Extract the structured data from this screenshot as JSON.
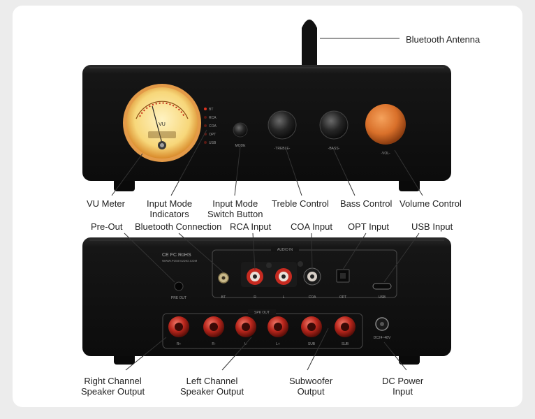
{
  "front_labels": {
    "bluetooth_antenna": "Bluetooth Antenna",
    "vu_meter": "VU Meter",
    "input_mode_indicators": [
      "Input Mode",
      "Indicators"
    ],
    "input_mode_switch": [
      "Input Mode",
      "Switch Button"
    ],
    "treble_control": "Treble Control",
    "bass_control": "Bass Control",
    "volume_control": "Volume Control"
  },
  "rear_labels": {
    "pre_out": "Pre-Out",
    "bluetooth_connection": "Bluetooth Connection",
    "rca_input": "RCA Input",
    "coa_input": "COA Input",
    "opt_input": "OPT Input",
    "usb_input": "USB Input",
    "right_channel": [
      "Right Channel",
      "Speaker Output"
    ],
    "left_channel": [
      "Left Channel",
      "Speaker Output"
    ],
    "subwoofer": [
      "Subwoofer",
      "Output"
    ],
    "dc_power": [
      "DC Power",
      "Input"
    ]
  },
  "panel_text": {
    "vu": "VU",
    "mode": "MODE",
    "treble": "-TREBLE-",
    "bass": "-BASS-",
    "vol": "-VOL-",
    "indicators": [
      "BT",
      "RCA",
      "COA",
      "OPT",
      "USB"
    ],
    "certs": "CE FC RoHS",
    "website": "WWW.FOSIAUDIO.COM",
    "pre_out": "PRE OUT",
    "audio_in": "AUDIO IN",
    "bt": "BT",
    "r": "R",
    "l": "L",
    "coa": "COA",
    "opt": "OPT",
    "usb": "USB",
    "spk_out": "SPK OUT",
    "spk_terminals": [
      "R+",
      "R-",
      "L-",
      "L+",
      "SUB",
      "SUB"
    ],
    "dc_rating": "DC24~48V"
  },
  "colors": {
    "chassis": "#141414",
    "accent_orange": "#e07a2a",
    "terminal_red": "#b8261c"
  }
}
